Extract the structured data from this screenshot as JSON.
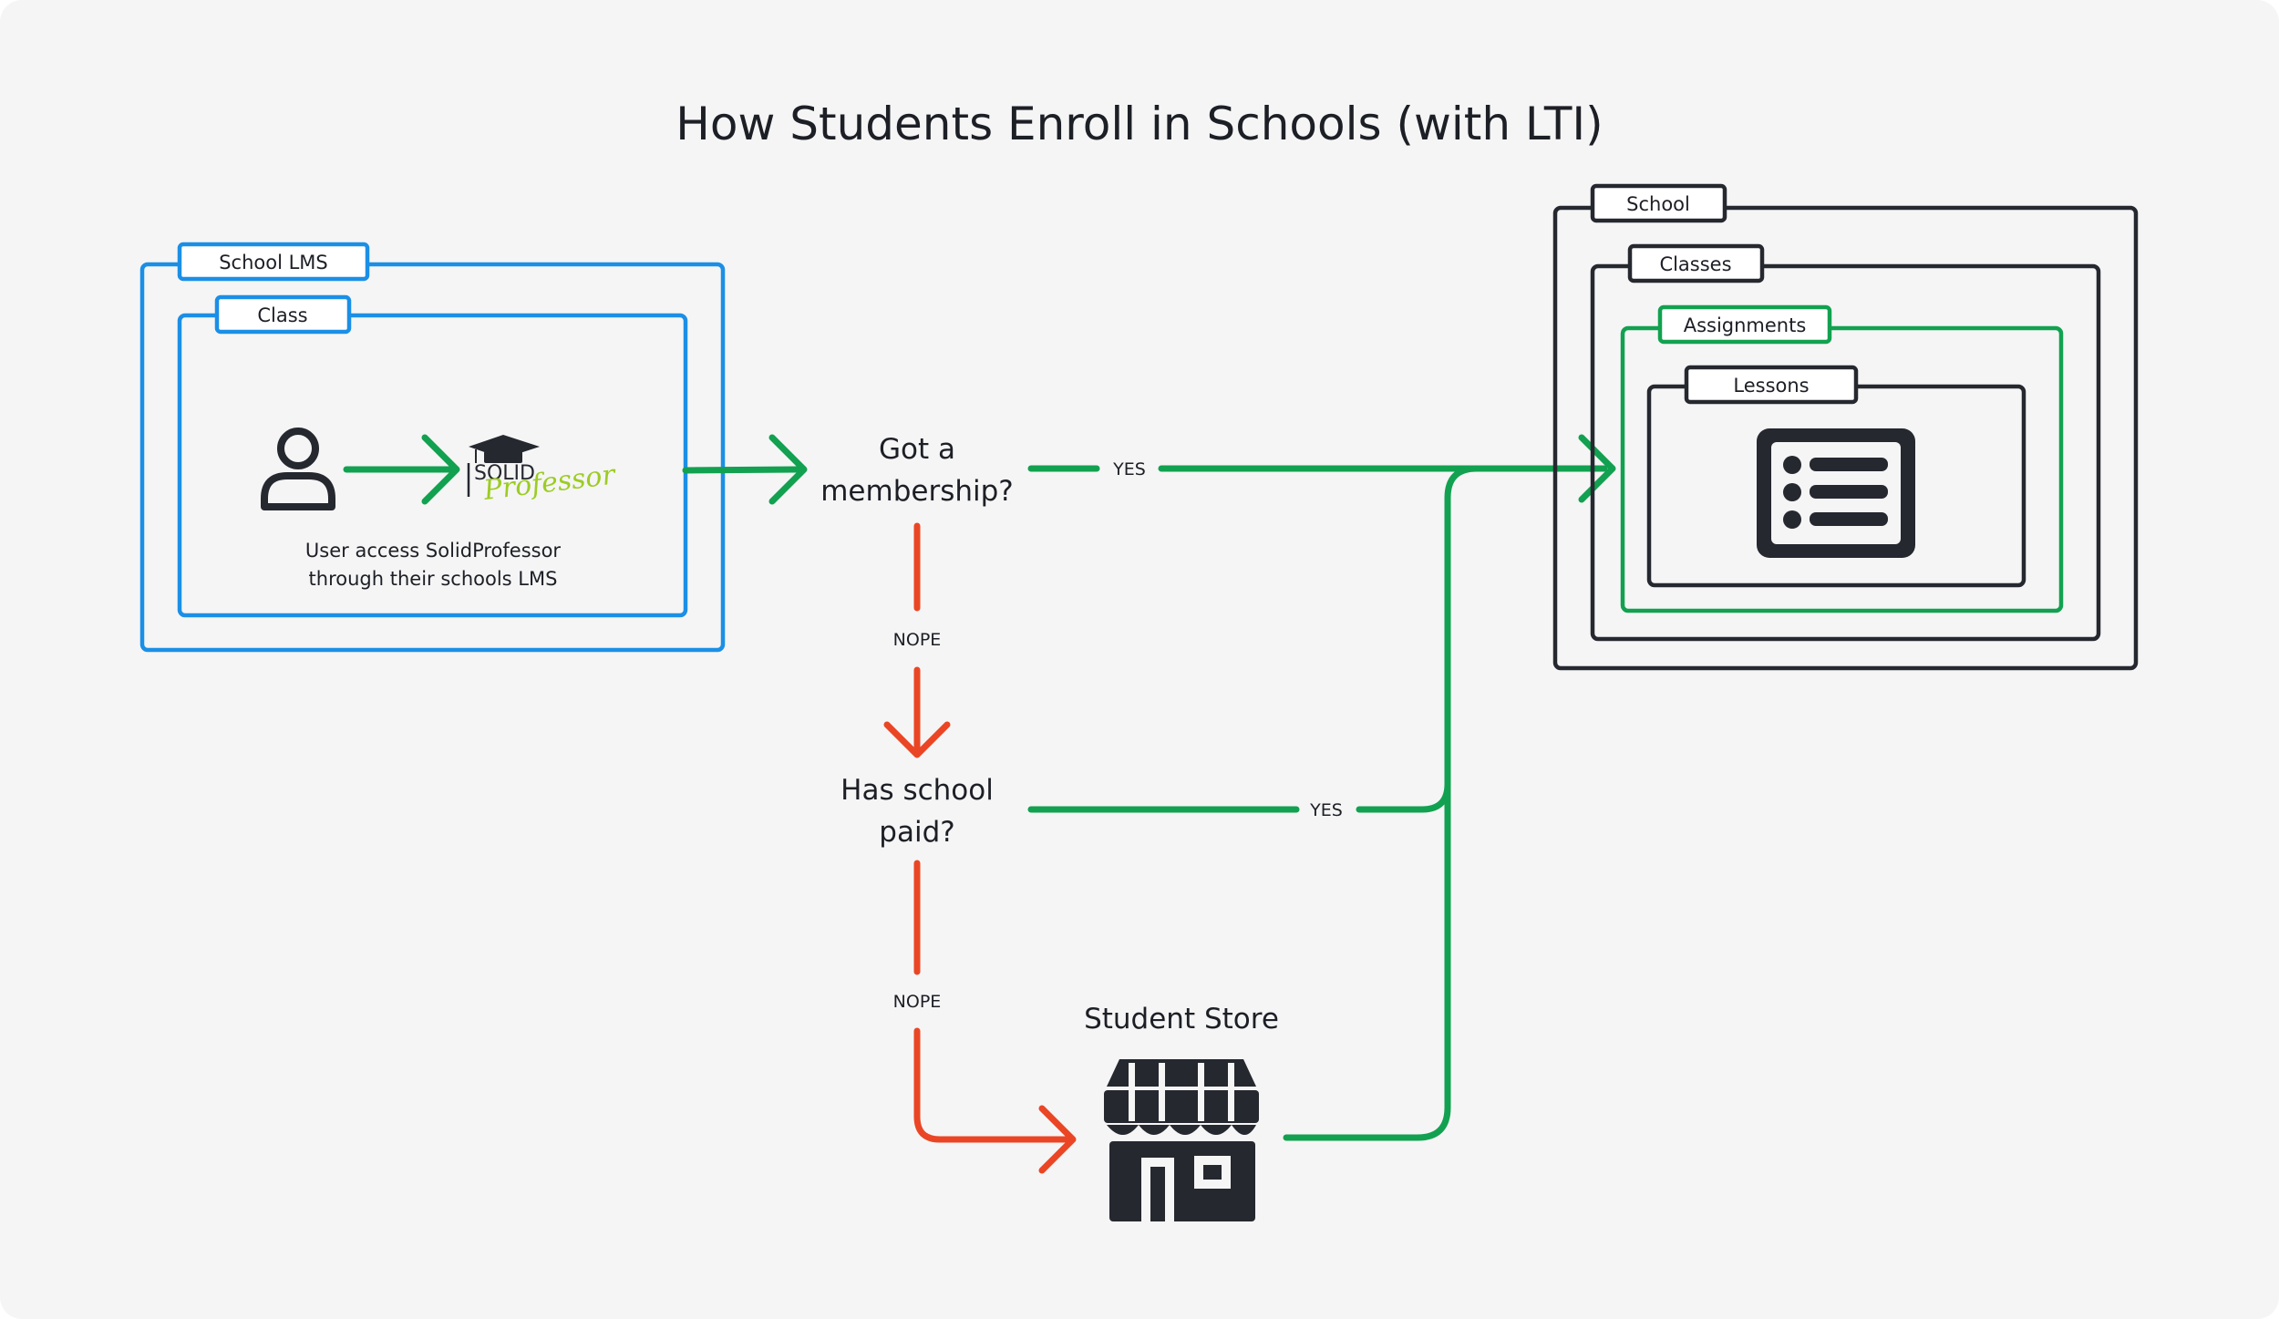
{
  "title": "How Students Enroll in Schools (with LTI)",
  "lms": {
    "outer_label": "School LMS",
    "inner_label": "Class",
    "caption_line1": "User access SolidProfessor",
    "caption_line2": "through their schools LMS",
    "logo_word1": "SOLID",
    "logo_word2": "Professor"
  },
  "school": {
    "school_label": "School",
    "classes_label": "Classes",
    "assignments_label": "Assignments",
    "lessons_label": "Lessons"
  },
  "decisions": {
    "membership_line1": "Got a",
    "membership_line2": "membership?",
    "paid_line1": "Has school",
    "paid_line2": "paid?"
  },
  "edges": {
    "yes1": "YES",
    "yes2": "YES",
    "nope1": "NOPE",
    "nope2": "NOPE"
  },
  "store": {
    "label": "Student Store"
  },
  "colors": {
    "blue": "#1b8fe6",
    "green": "#12a150",
    "red": "#ea4625",
    "dark": "#262830",
    "logo_lime": "#9ccc23"
  }
}
